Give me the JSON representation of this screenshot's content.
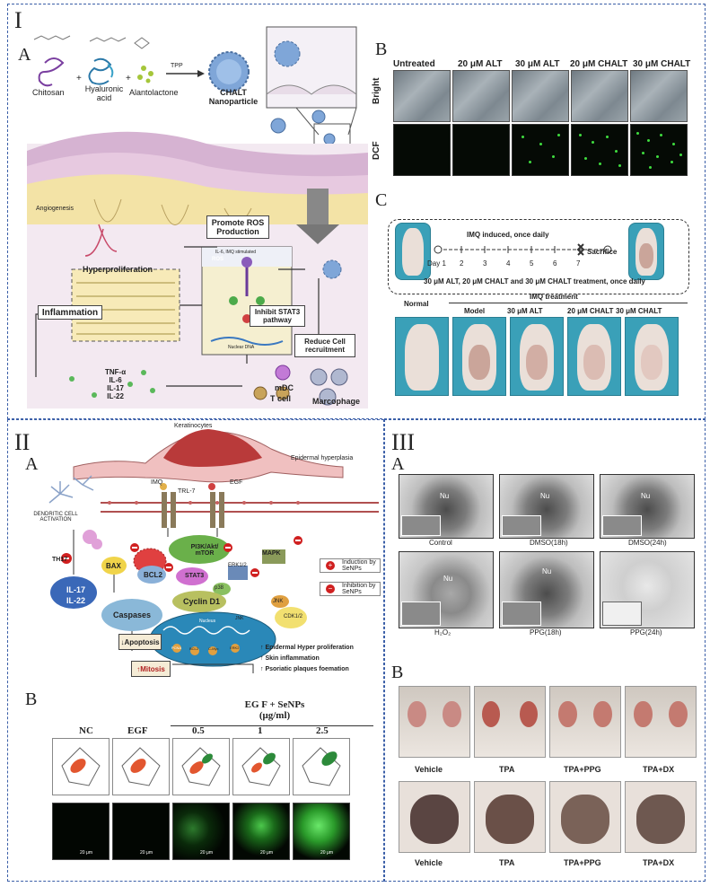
{
  "panel_I": {
    "roman": "I",
    "A": {
      "letter": "A",
      "chitosan": "Chitosan",
      "hyaluronic": "Hyaluronic acid",
      "alantolactone": "Alantolactone",
      "tpp": "TPP",
      "chalt": "CHALT Nanoparticle",
      "angiogenesis": "Angiogenesis",
      "ros_tag": "ROS",
      "promote_ros": "Promote ROS Production",
      "hyperproliferation": "Hyperproliferation",
      "inflammation": "Inflammation",
      "inhibit_stat3": "Inhibit STAT3 pathway",
      "reduce_cell": "Reduce Cell recruitment",
      "mdc": "mDC",
      "tcell": "T cell",
      "macrophage": "Marcophage",
      "cytokines": [
        "TNF-α",
        "IL-6",
        "IL-17",
        "IL-22"
      ],
      "nuclear_dna": "Nuclear DNA",
      "il6": "IL-6, IMQ stimulated"
    },
    "B": {
      "letter": "B",
      "columns": [
        "Untreated",
        "20 μM ALT",
        "30 μM ALT",
        "20 μM CHALT",
        "30 μM CHALT"
      ],
      "rows": [
        "Bright",
        "DCF"
      ]
    },
    "C": {
      "letter": "C",
      "imq_text": "IMQ induced, once daily",
      "days": [
        "Day 1",
        "2",
        "3",
        "4",
        "5",
        "6",
        "7"
      ],
      "sacrifice": "Sacrifice",
      "treatment_text": "30 μM ALT, 20 μM CHALT and 30 μM CHALT treatment, once daily",
      "normal": "Normal",
      "imq_treatment": "IMQ treatment",
      "groups": [
        "Model",
        "30 μM ALT",
        "20 μM CHALT",
        "30 μM CHALT"
      ]
    }
  },
  "panel_II": {
    "roman": "II",
    "A": {
      "letter": "A",
      "keratinocytes": "Keratinocytes",
      "epidermal_hyperplasia": "Epidermal hyperplasia",
      "imq": "IMQ",
      "trl7": "TRL-7",
      "egf": "EGF",
      "dendritic": "DENDRITIC CELL ACTIVATION",
      "th17": "TH17",
      "il17": "IL-17",
      "il22": "IL-22",
      "bax": "BAX",
      "bcl2": "BCL2",
      "pi3k": "PI3K/Akt/ mTOR",
      "stat3": "STAT3",
      "erk": "ERK1/2",
      "mapk": "MAPK",
      "p38": "p38",
      "jnk": "JNK",
      "caspases": "Caspases",
      "cyclin": "Cyclin D1",
      "nucleus": "Nucleus",
      "jnk2": "JNK",
      "cdk": "CDK1/2",
      "pcna": "PCNA",
      "bcl2b": "BCL2",
      "cmyc": "C-Myc",
      "erk2": "ERK2",
      "apoptosis": "Apoptosis",
      "mitosis": "Mitosis",
      "outcomes": [
        "Epidermal Hyper proliferation",
        "Skin inflammation",
        "Psoriatic plaques foemation"
      ],
      "legend_induction": "Induction by SeNPs",
      "legend_inhibition": "Inhibition by SeNPs"
    },
    "B": {
      "letter": "B",
      "header": "EG F + SeNPs",
      "unit": "(μg/ml)",
      "columns": [
        "NC",
        "EGF",
        "0.5",
        "1",
        "2.5"
      ],
      "scale": "20 μm"
    }
  },
  "panel_III": {
    "roman": "III",
    "A": {
      "letter": "A",
      "nu": "Nu",
      "labels": [
        "Control",
        "DMSO(18h)",
        "DMSO(24h)",
        "H₂O₂",
        "PPG(18h)",
        "PPG(24h)"
      ]
    },
    "B": {
      "letter": "B",
      "labels": [
        "Vehicle",
        "TPA",
        "TPA+PPG",
        "TPA+DX"
      ]
    }
  },
  "colors": {
    "frame": "#3b5fa8",
    "fluor_green": "#3fdc3f",
    "mouse_bg": "#3aa0b8",
    "flow_red": "#e2562f",
    "flow_green": "#2c8a3a"
  }
}
